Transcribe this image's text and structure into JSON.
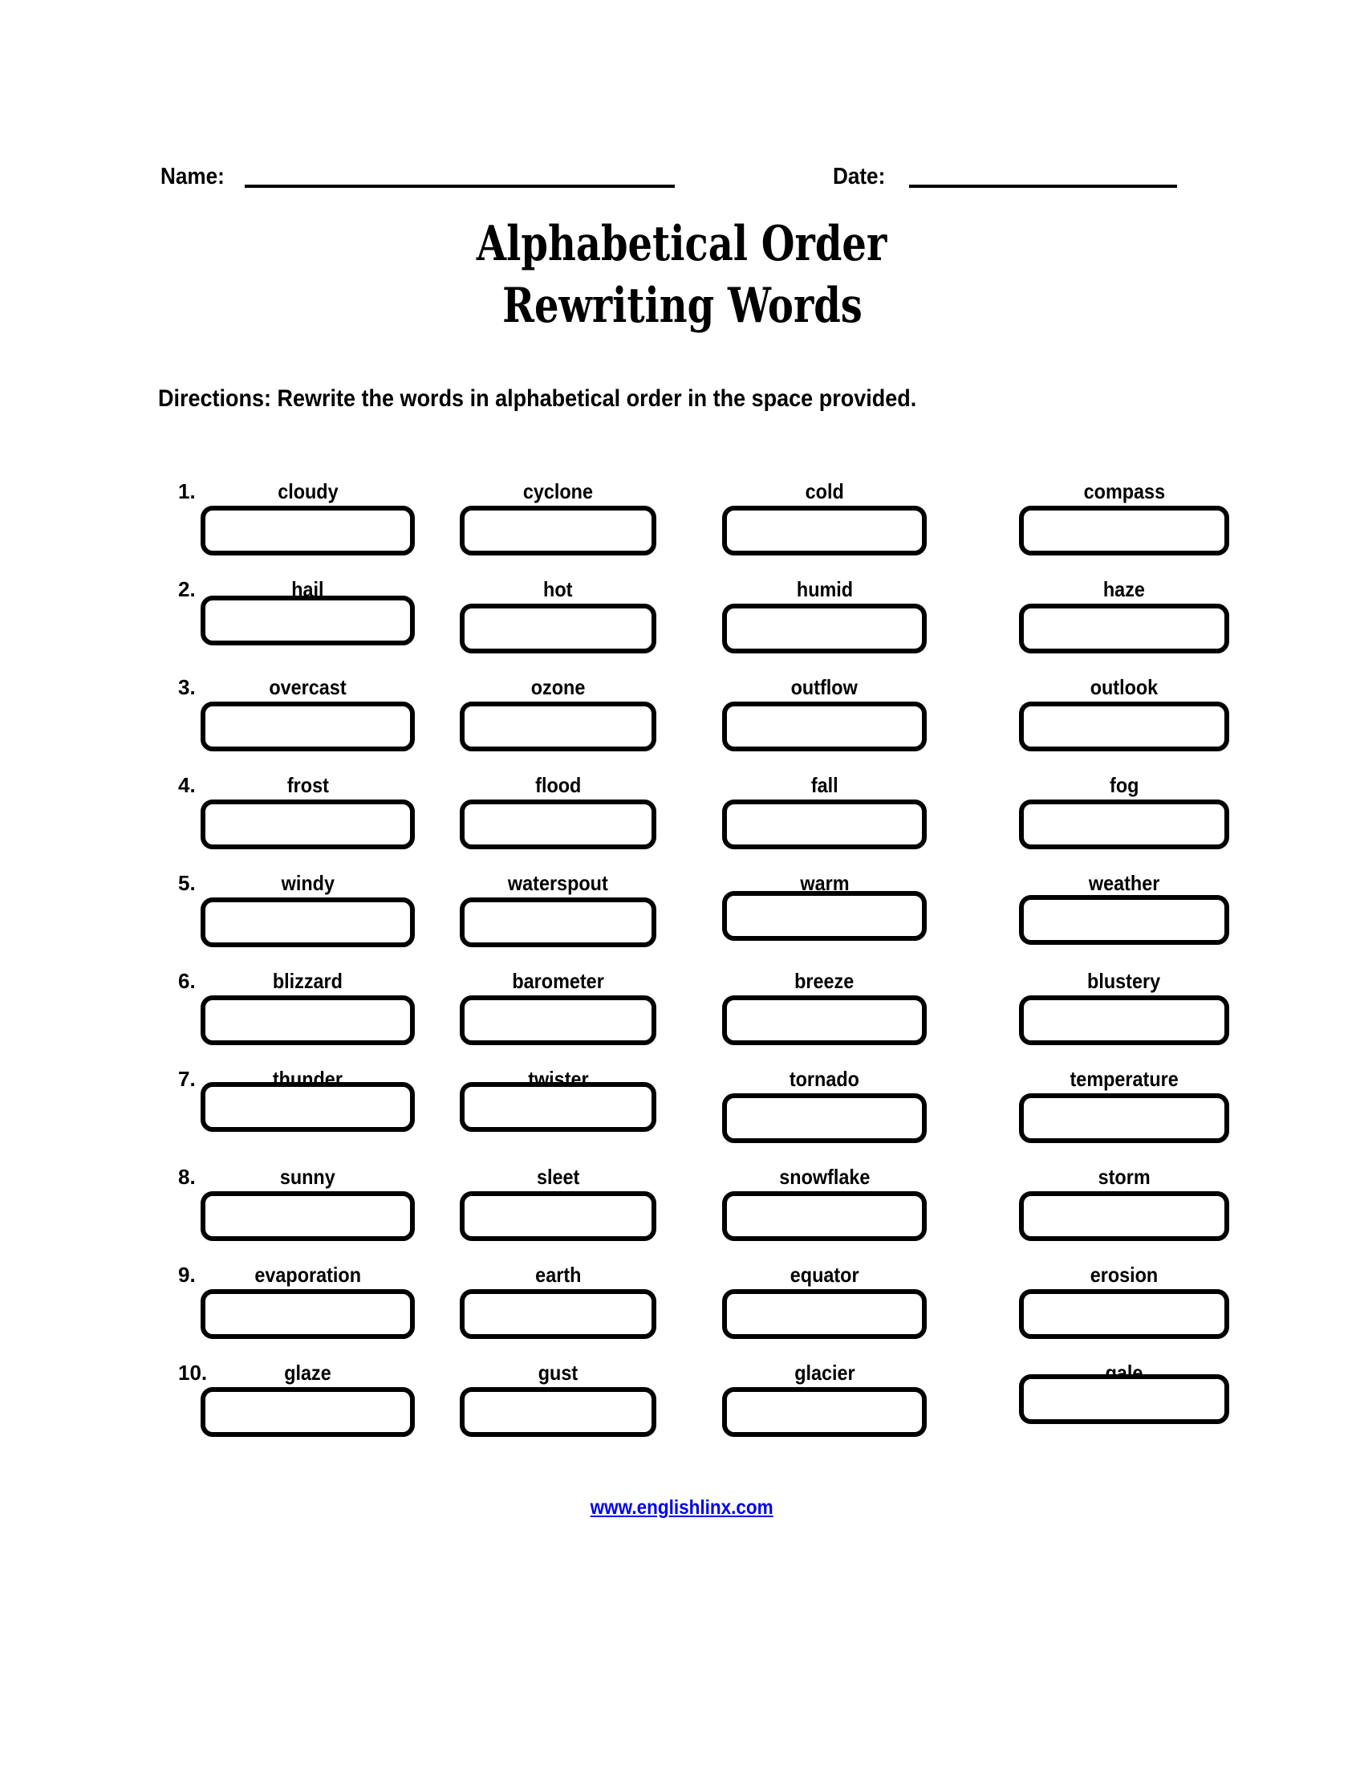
{
  "header": {
    "name_label": "Name:",
    "date_label": "Date:"
  },
  "title": {
    "line1": "Alphabetical Order",
    "line2": "Rewriting Words"
  },
  "directions": "Directions: Rewrite the words in alphabetical order in the space provided.",
  "rows": [
    {
      "number": "1.",
      "words": [
        "cloudy",
        "cyclone",
        "cold",
        "compass"
      ]
    },
    {
      "number": "2.",
      "words": [
        "hail",
        "hot",
        "humid",
        "haze"
      ]
    },
    {
      "number": "3.",
      "words": [
        "overcast",
        "ozone",
        "outflow",
        "outlook"
      ]
    },
    {
      "number": "4.",
      "words": [
        "frost",
        "flood",
        "fall",
        "fog"
      ]
    },
    {
      "number": "5.",
      "words": [
        "windy",
        "waterspout",
        "warm",
        "weather"
      ]
    },
    {
      "number": "6.",
      "words": [
        "blizzard",
        "barometer",
        "breeze",
        "blustery"
      ]
    },
    {
      "number": "7.",
      "words": [
        "thunder",
        "twister",
        "tornado",
        "temperature"
      ]
    },
    {
      "number": "8.",
      "words": [
        "sunny",
        "sleet",
        "snowflake",
        "storm"
      ]
    },
    {
      "number": "9.",
      "words": [
        "evaporation",
        "earth",
        "equator",
        "erosion"
      ]
    },
    {
      "number": "10.",
      "words": [
        "glaze",
        "gust",
        "glacier",
        "gale"
      ]
    }
  ],
  "footer": {
    "link_text": "www.englishlinx.com",
    "link_color": "#0000EE"
  },
  "colors": {
    "ink": "#000000",
    "background": "#FFFFFF"
  }
}
